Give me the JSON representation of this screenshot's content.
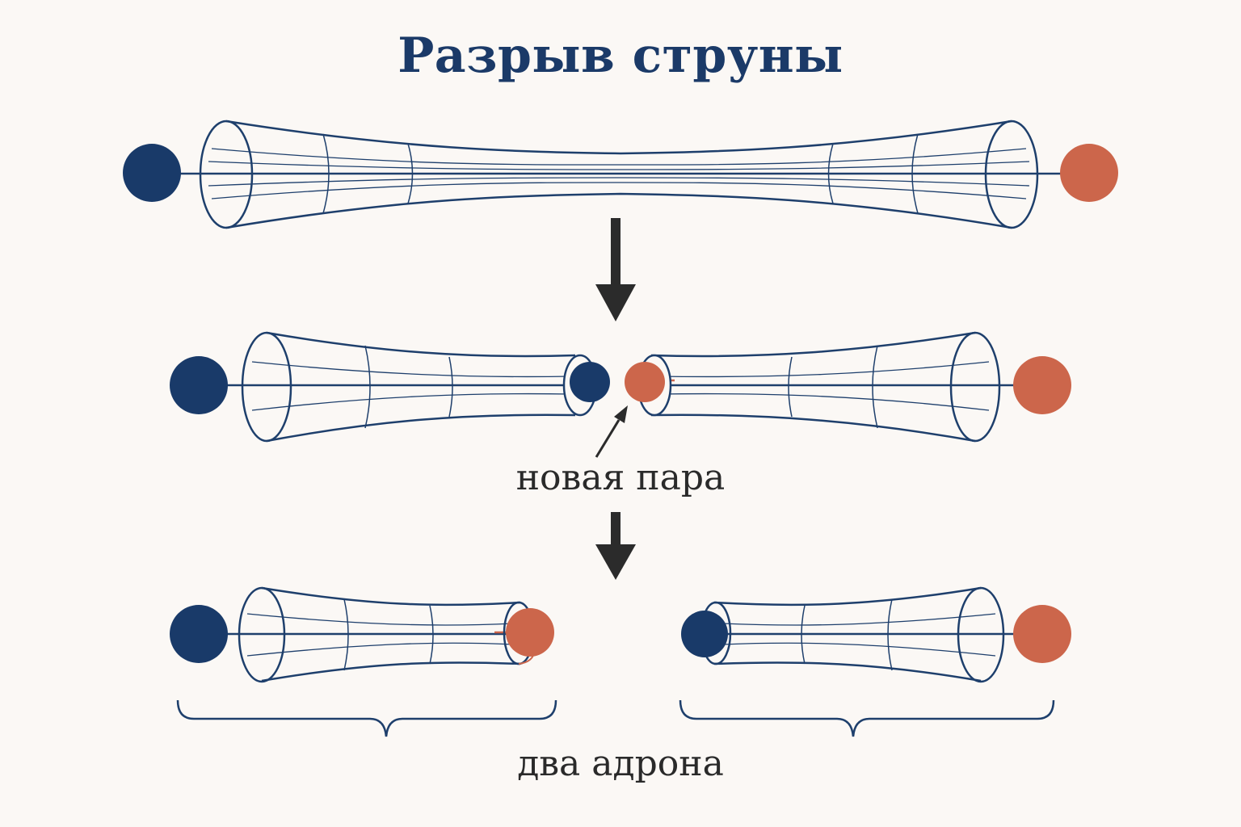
{
  "title": "Разрыв струны",
  "labels": {
    "new_pair": "новая пара",
    "two_hadrons": "два адрона"
  },
  "colors": {
    "quark": "#193a69",
    "antiquark": "#cc664b",
    "tube_stroke": "#1e3f6c",
    "arrow": "#2b2b2b",
    "background": "#fbf8f5"
  }
}
